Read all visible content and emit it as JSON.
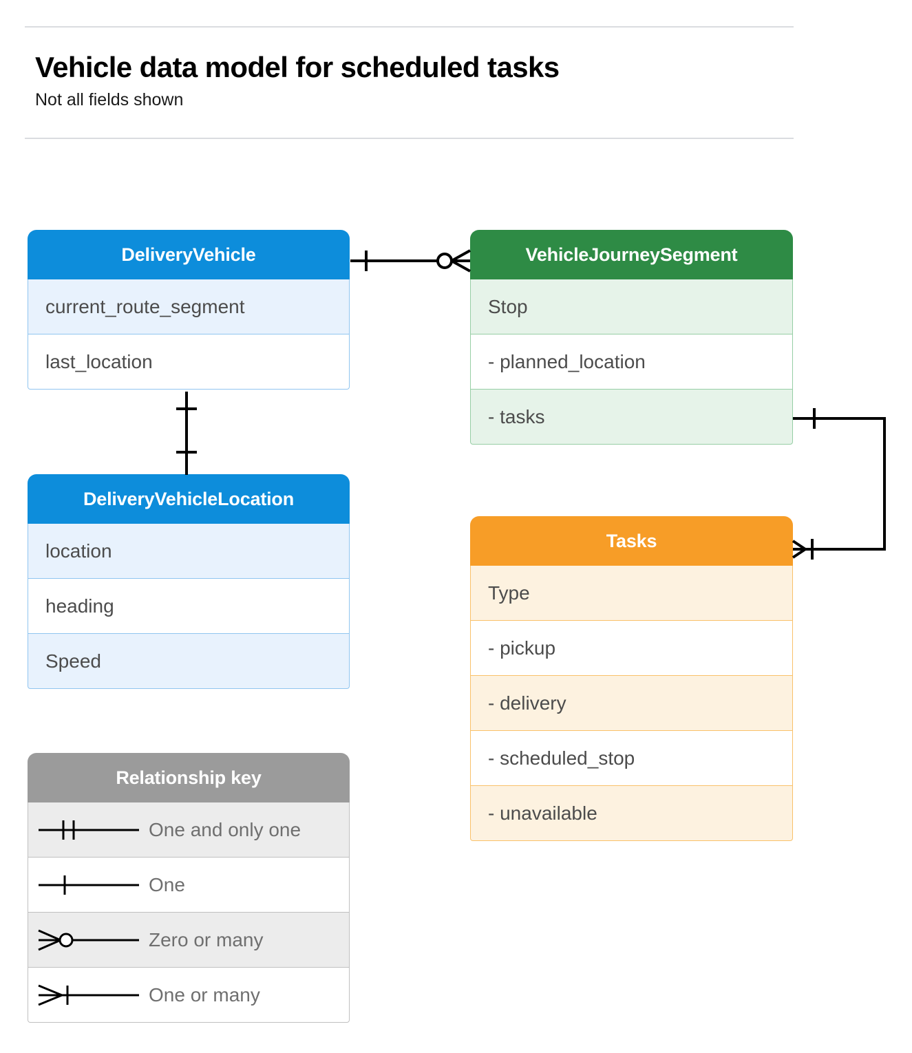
{
  "header": {
    "title": "Vehicle data model for scheduled tasks",
    "subtitle": "Not all fields shown"
  },
  "colors": {
    "blue_header": "#0d8ddb",
    "blue_row": "#e8f2fd",
    "blue_border": "#90c5f0",
    "green_header": "#2e8b45",
    "green_row": "#e6f3e9",
    "green_border": "#96cea4",
    "orange_header": "#f79d27",
    "orange_row": "#fdf2e0",
    "orange_border": "#f9c16a",
    "gray_header": "#9b9b9b",
    "gray_row": "#ececec",
    "gray_border": "#c0c0c0",
    "rule": "#dadce0",
    "text": "#4c4c4c",
    "connector": "#000000"
  },
  "entities": [
    {
      "id": "delivery-vehicle",
      "name": "DeliveryVehicle",
      "theme": "blue",
      "fields": [
        "current_route_segment",
        "last_location"
      ]
    },
    {
      "id": "vehicle-journey-segment",
      "name": "VehicleJourneySegment",
      "theme": "green",
      "fields": [
        "Stop",
        "-  planned_location",
        "- tasks"
      ]
    },
    {
      "id": "delivery-vehicle-location",
      "name": "DeliveryVehicleLocation",
      "theme": "blue",
      "fields": [
        "location",
        "heading",
        "Speed"
      ]
    },
    {
      "id": "tasks",
      "name": "Tasks",
      "theme": "orange",
      "fields": [
        "Type",
        "-  pickup",
        "-  delivery",
        "-  scheduled_stop",
        "-  unavailable"
      ]
    }
  ],
  "legend": {
    "title": "Relationship key",
    "items": [
      {
        "symbol": "one-and-only-one",
        "label": "One and only one"
      },
      {
        "symbol": "one",
        "label": "One"
      },
      {
        "symbol": "zero-or-many",
        "label": "Zero or many"
      },
      {
        "symbol": "one-or-many",
        "label": "One or many"
      }
    ]
  },
  "relationships": [
    {
      "id": "deliveryvehicle-to-vehiclejourneysegment",
      "from": "DeliveryVehicle",
      "to": "VehicleJourneySegment",
      "from_cardinality": "One",
      "to_cardinality": "Zero or many"
    },
    {
      "id": "deliveryvehicle-to-deliveryvehiclelocation",
      "from": "DeliveryVehicle",
      "to": "DeliveryVehicleLocation",
      "from_cardinality": "One",
      "to_cardinality": "One"
    },
    {
      "id": "vehiclejourneysegment-tasks-to-tasks",
      "from": "VehicleJourneySegment.tasks",
      "to": "Tasks",
      "from_cardinality": "One",
      "to_cardinality": "One or many"
    }
  ]
}
